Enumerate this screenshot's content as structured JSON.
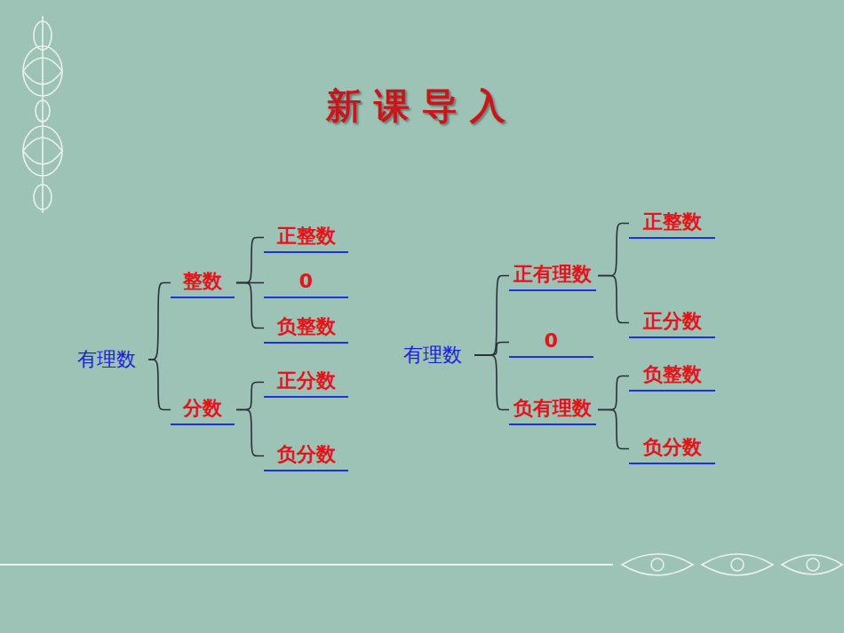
{
  "diagram": {
    "title": "新课导入",
    "nodes": [
      {
        "text": [
          "有理数"
        ]
      },
      {
        "text": [
          "整数"
        ]
      },
      {
        "text": [
          "正整数"
        ]
      },
      {
        "text": [
          "0"
        ]
      },
      {
        "text": [
          "负整数"
        ]
      },
      {
        "text": [
          "分数"
        ]
      },
      {
        "text": [
          "正分数"
        ]
      },
      {
        "text": [
          "负分数"
        ]
      },
      {
        "text": [
          "有理数"
        ]
      },
      {
        "text": [
          "正有理数"
        ]
      },
      {
        "text": [
          "正整数"
        ]
      },
      {
        "text": [
          "正分数"
        ]
      },
      {
        "text": [
          "0"
        ]
      },
      {
        "text": [
          "负有理数"
        ]
      },
      {
        "text": [
          "负整数"
        ]
      },
      {
        "text": [
          "负分数"
        ]
      }
    ],
    "edges": [
      {
        "from": 0,
        "to": 1,
        "arrow": "none"
      },
      {
        "from": 0,
        "to": 5,
        "arrow": "none"
      },
      {
        "from": 1,
        "to": 2,
        "arrow": "none"
      },
      {
        "from": 1,
        "to": 3,
        "arrow": "none"
      },
      {
        "from": 1,
        "to": 4,
        "arrow": "none"
      },
      {
        "from": 5,
        "to": 6,
        "arrow": "none"
      },
      {
        "from": 5,
        "to": 7,
        "arrow": "none"
      },
      {
        "from": 8,
        "to": 9,
        "arrow": "none"
      },
      {
        "from": 8,
        "to": 12,
        "arrow": "none"
      },
      {
        "from": 8,
        "to": 13,
        "arrow": "none"
      },
      {
        "from": 9,
        "to": 10,
        "arrow": "none"
      },
      {
        "from": 9,
        "to": 11,
        "arrow": "none"
      },
      {
        "from": 13,
        "to": 14,
        "arrow": "none"
      },
      {
        "from": 13,
        "to": 15,
        "arrow": "none"
      }
    ]
  }
}
